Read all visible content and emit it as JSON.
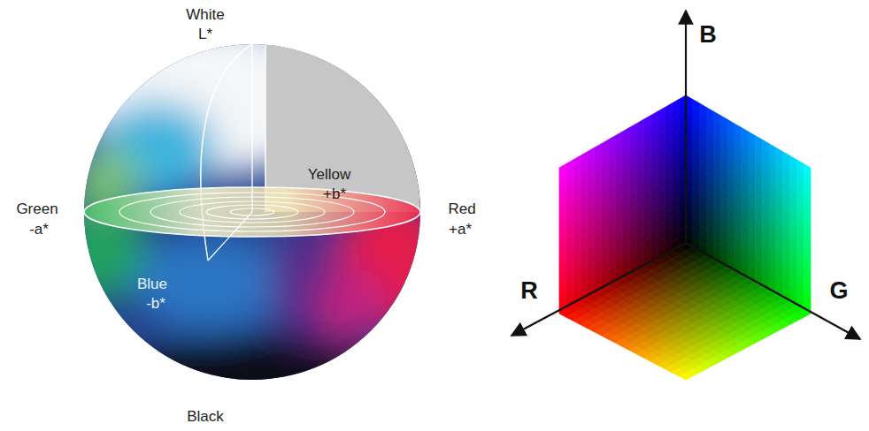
{
  "diagram": {
    "labels": [
      "White",
      "L*",
      "Yellow",
      "+b*",
      "Green",
      "-a*",
      "Red",
      "+a*",
      "Blue",
      "-b*",
      "Black",
      "B",
      "R",
      "G"
    ]
  }
}
